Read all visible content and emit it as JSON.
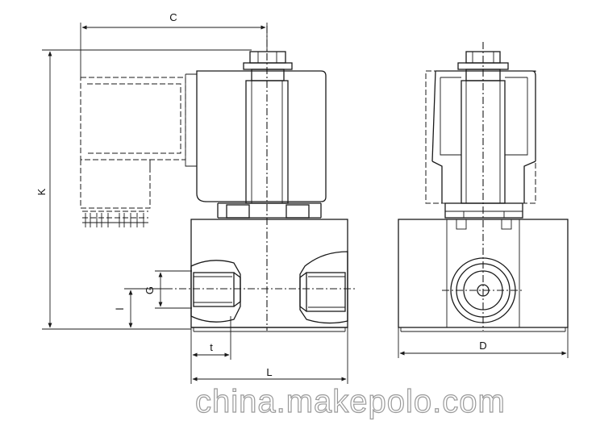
{
  "dimensions": {
    "C": "C",
    "K": "K",
    "G": "G",
    "l": "l",
    "t": "t",
    "L": "L",
    "D": "D"
  },
  "watermark": "china.makepolo.com",
  "colors": {
    "line": "#1a1a1a",
    "hatch": "#1a1a1a",
    "watermark_outline": "#9a9a9a"
  }
}
